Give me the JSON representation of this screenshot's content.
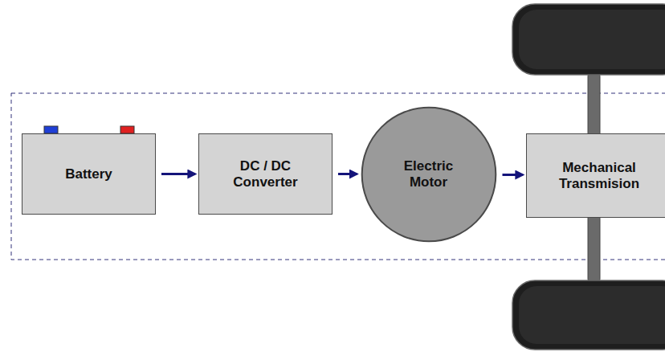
{
  "diagram": {
    "nodes": [
      {
        "text": [
          "Battery"
        ]
      },
      {
        "text": [
          "DC / DC Converter"
        ]
      },
      {
        "text": [
          "Electric Motor"
        ]
      },
      {
        "text": [
          "Mechanical Transmision"
        ]
      }
    ],
    "edges": [
      {
        "from": 0,
        "to": 1,
        "arrow": "to"
      },
      {
        "from": 1,
        "to": 2,
        "arrow": "to"
      },
      {
        "from": 2,
        "to": 3,
        "arrow": "to"
      }
    ]
  }
}
